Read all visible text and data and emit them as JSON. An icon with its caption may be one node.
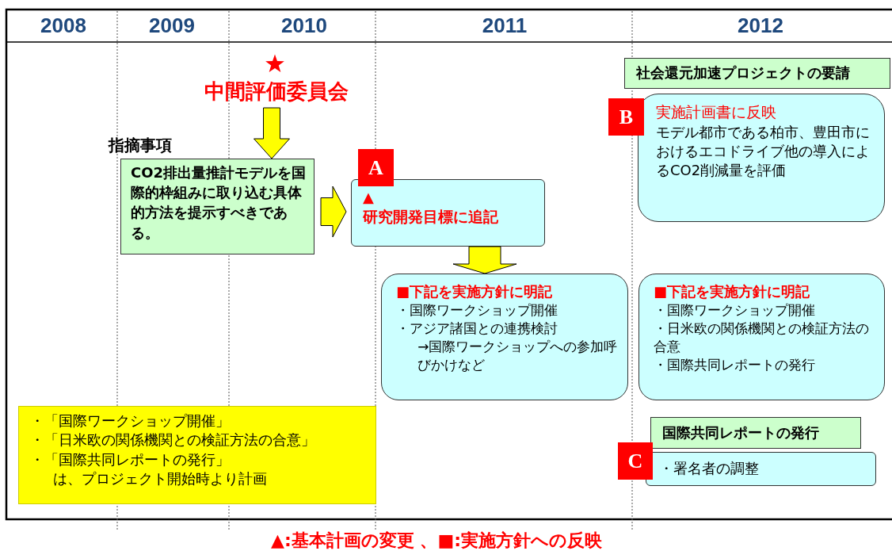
{
  "diagram": {
    "nodes": [
      {
        "text": [
          "中間評価委員会"
        ]
      },
      {
        "text": [
          "指摘事項",
          "CO2排出量推計モデルを国際的枠組みに取り込む具体的方法を提示すべきである。"
        ]
      },
      {
        "text": [
          "A"
        ]
      },
      {
        "text": [
          "▲",
          "研究開発目標に追記"
        ]
      },
      {
        "text": [
          "■下記を実施方針に明記",
          "・国際ワークショップ開催",
          "・アジア諸国との連携検討",
          "→国際ワークショップへの参加呼びかけなど"
        ]
      },
      {
        "text": [
          "社会還元加速プロジェクトの要請"
        ]
      },
      {
        "text": [
          "B"
        ]
      },
      {
        "text": [
          "実施計画書に反映",
          "モデル都市である柏市、豊田市におけるエコドライブ他の導入によるCO2削減量を評価"
        ]
      },
      {
        "text": [
          "■下記を実施方針に明記",
          "・国際ワークショップ開催",
          "・日米欧の関係機関との検証方法の合意",
          "・国際共同レポートの発行"
        ]
      },
      {
        "text": [
          "国際共同レポートの発行"
        ]
      },
      {
        "text": [
          "C"
        ]
      },
      {
        "text": [
          "・署名者の調整"
        ]
      },
      {
        "text": [
          "・「国際ワークショップ開催」",
          "・「日米欧の関係機関との検証方法の合意」",
          "・「国際共同レポートの発行」",
          "は、プロジェクト開始時より計画"
        ]
      }
    ],
    "edges": [
      {
        "from": 0,
        "to": 1,
        "arrow": "to",
        "style": "thick"
      },
      {
        "from": 1,
        "to": 3,
        "arrow": "to",
        "style": "thick"
      },
      {
        "from": 3,
        "to": 4,
        "arrow": "to",
        "style": "thick"
      }
    ],
    "labels": [
      "2008",
      "2009",
      "2010",
      "2011",
      "2012",
      "▲:基本計画の変更 、■:実施方針への反映"
    ]
  }
}
